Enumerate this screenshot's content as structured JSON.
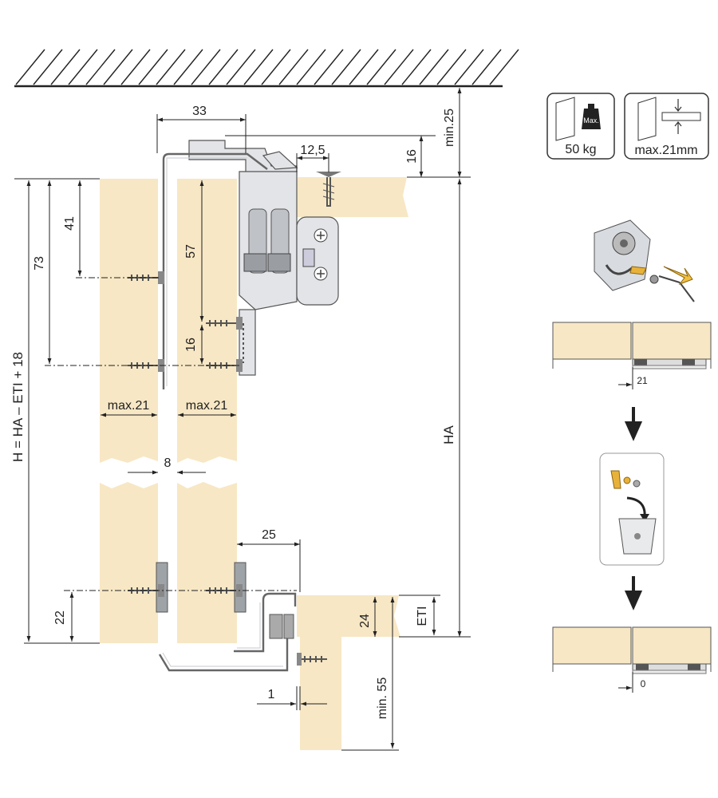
{
  "dimensions": {
    "d33": "33",
    "d12_5": "12,5",
    "d16_top": "16",
    "min25": "min.25",
    "d41": "41",
    "d73": "73",
    "d57": "57",
    "d16_mid": "16",
    "max21_left": "max.21",
    "max21_right": "max.21",
    "d8": "8",
    "formula": "H = HA – ETI + 18",
    "ha": "HA",
    "d25": "25",
    "d22": "22",
    "d24": "24",
    "eti": "ETI",
    "min55": "min. 55",
    "d1": "1"
  },
  "specs": {
    "load": "50 kg",
    "weight_tag": "Max.",
    "thickness": "max.21mm"
  },
  "steps": {
    "gap_before": "21",
    "gap_after": "0"
  }
}
